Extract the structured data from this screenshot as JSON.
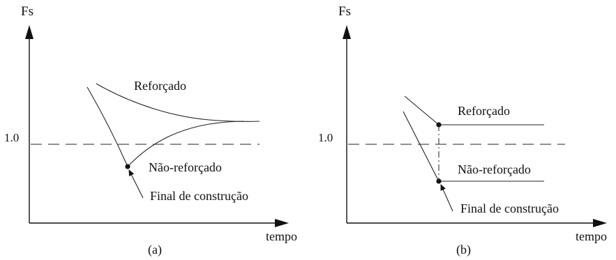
{
  "panel_a": {
    "y_axis_label": "Fs",
    "x_axis_label": "tempo",
    "reference_value": "1.0",
    "label_reinforced": "Reforçado",
    "label_unreinforced": "Não-reforçado",
    "label_end_of_construction": "Final de construção",
    "caption": "(a)"
  },
  "panel_b": {
    "y_axis_label": "Fs",
    "x_axis_label": "tempo",
    "reference_value": "1.0",
    "label_reinforced": "Reforçado",
    "label_unreinforced": "Não-reforçado",
    "label_end_of_construction": "Final de construção",
    "caption": "(b)"
  },
  "colors": {
    "ink": "#111111"
  }
}
